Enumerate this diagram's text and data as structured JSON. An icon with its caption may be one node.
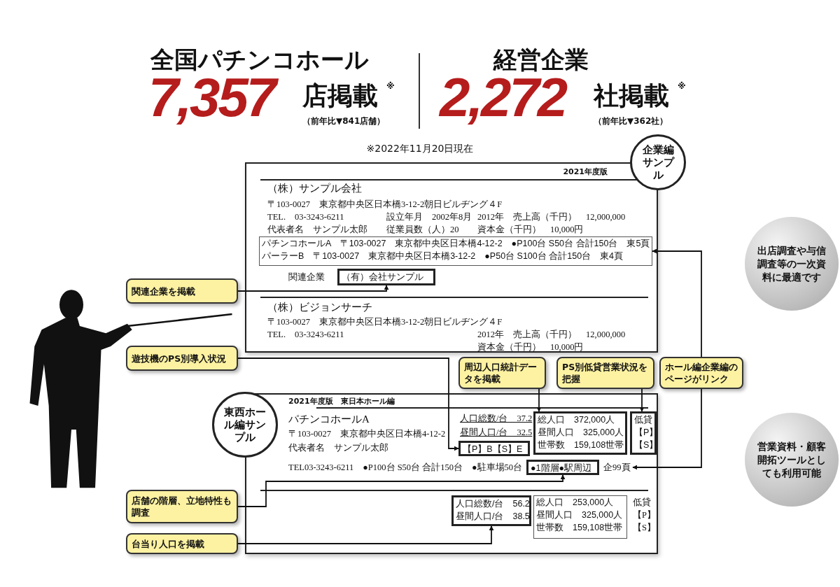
{
  "diagram": {
    "nodes": [
      {
        "text": [
          "2021年度版",
          "（株）サンプル会社",
          "〒103-0027　東京都中央区日本橋3-12-2朝日ビルヂング４F",
          "TEL.　03-3243-6211",
          "設立年月　2002年8月",
          "2012年　売上高（千円）　12,000,000",
          "代表者名　サンプル太郎",
          "従業員数（人）20",
          "資本金（千円）　10,000円",
          "関連企業",
          "（株）ビジョンサーチ",
          "〒103-0027　東京都中央区日本橋3-12-2朝日ビルヂング４F",
          "TEL.　03-3243-6211",
          "2012年　売上高（千円）　12,000,000",
          "資本金（千円）　10,000円"
        ]
      },
      {
        "text": [
          "パチンコホールA　〒103-0027　東京都中央区日本橋4-12-2　●P100台 S50台 合計150台　東5頁",
          "パーラーB　〒103-0027　東京都中央区日本橋3-12-2　●P50台 S100台 合計150台　東4頁"
        ],
        "in": 0
      },
      {
        "text": [
          "（有）会社サンプル"
        ],
        "in": 0
      },
      {
        "text": [
          "2021年度版　東日本ホール編",
          "パチンコホールA",
          "人口総数/台　37.2",
          "〒103-0027　東京都中央区日本橋4-12-2",
          "昼間人口/台　32.5",
          "代表者名　サンプル太郎",
          "TEL03-3243-6211　●P100台 S50台 合計150台　●駐車場50台",
          "低貸",
          "【P】",
          "【S】"
        ]
      },
      {
        "text": [
          "【P】B【S】E"
        ],
        "in": 3
      },
      {
        "text": [
          "●1階層●駅周辺"
        ],
        "in": 3
      },
      {
        "text": [
          "企99頁"
        ],
        "in": 3
      },
      {
        "text": [
          "総人口　372,000人",
          "昼間人口　325,000人",
          "世帯数　159,108世帯"
        ],
        "in": 3
      },
      {
        "text": [
          "低貸",
          "【P】",
          "【S】"
        ],
        "in": 3
      },
      {
        "text": [
          "人口総数/台　56.2",
          "昼間人口/台　38.5"
        ],
        "in": 3
      },
      {
        "text": [
          "総人口　253,000人",
          "昼間人口　325,000人",
          "世帯数　159,108世帯"
        ],
        "in": 3
      },
      {
        "text": [
          "企業編サンプル"
        ]
      },
      {
        "text": [
          "東西ホール編サンプル"
        ]
      },
      {
        "text": [
          "関連企業を掲載"
        ]
      },
      {
        "text": [
          "ホール編企業編のページがリンク"
        ]
      },
      {
        "text": [
          "周辺人口統計データを掲載"
        ]
      },
      {
        "text": [
          "遊技機のPS別導入状況"
        ]
      },
      {
        "text": [
          "PS別低貸営業状況を把握"
        ]
      },
      {
        "text": [
          "店舗の階層、立地特性も調査"
        ]
      },
      {
        "text": [
          "台当り人口を掲載"
        ]
      },
      {
        "text": [
          "出店調査や与信調査等の一次資料に最適です"
        ]
      },
      {
        "text": [
          "営業資料・顧客開拓ツールとしても利用可能"
        ]
      }
    ],
    "edges": [
      {
        "from": 13,
        "to": 2,
        "arrow": "to"
      },
      {
        "from": 14,
        "to": 1,
        "arrow": "to"
      },
      {
        "from": 14,
        "to": 6,
        "arrow": "to"
      },
      {
        "from": 15,
        "to": 7,
        "arrow": "to"
      },
      {
        "from": 16,
        "to": 4,
        "arrow": "to"
      },
      {
        "from": 17,
        "to": 8,
        "arrow": "to"
      },
      {
        "from": 18,
        "to": 5,
        "arrow": "to"
      },
      {
        "from": 19,
        "to": 9,
        "arrow": "to"
      }
    ],
    "labels": [
      "全国パチンコホール",
      "7,357",
      "店掲載",
      "※",
      "（前年比▼841店舗）",
      "経営企業",
      "2,272",
      "社掲載",
      "※",
      "（前年比▼362社）",
      "※2022年11月20日現在"
    ]
  }
}
